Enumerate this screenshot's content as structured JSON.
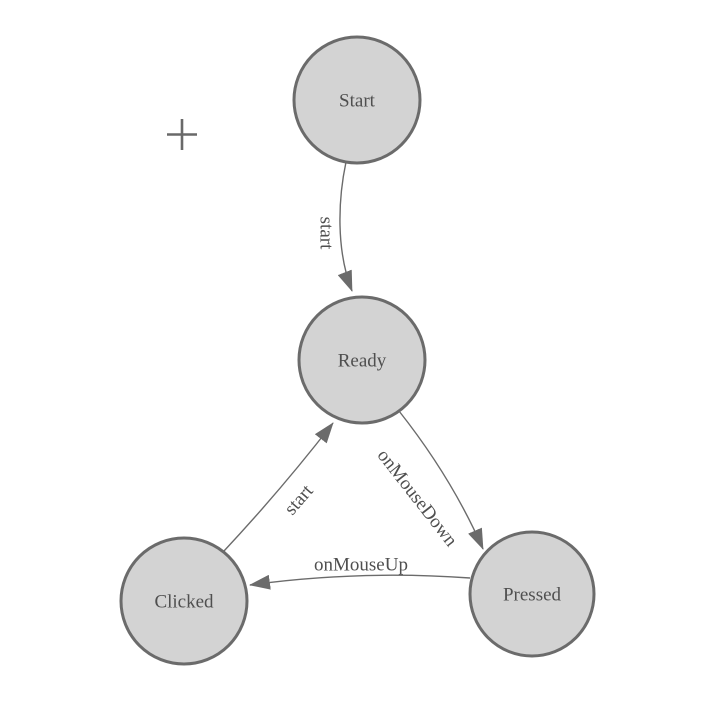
{
  "colors": {
    "background": "#ffffff",
    "node_fill": "#d3d3d3",
    "node_stroke": "#6b6b6b",
    "edge_stroke": "#6b6b6b",
    "label_text": "#4f4f4f"
  },
  "diagram": {
    "type": "state-machine",
    "nodes": [
      {
        "id": "start",
        "label": "Start"
      },
      {
        "id": "ready",
        "label": "Ready"
      },
      {
        "id": "clicked",
        "label": "Clicked"
      },
      {
        "id": "pressed",
        "label": "Pressed"
      }
    ],
    "edges": [
      {
        "from": "start",
        "to": "ready",
        "label": "start"
      },
      {
        "from": "ready",
        "to": "pressed",
        "label": "onMouseDown"
      },
      {
        "from": "pressed",
        "to": "clicked",
        "label": "onMouseUp"
      },
      {
        "from": "clicked",
        "to": "ready",
        "label": "start"
      }
    ]
  },
  "cursor": {
    "glyph": "crosshair-plus"
  }
}
